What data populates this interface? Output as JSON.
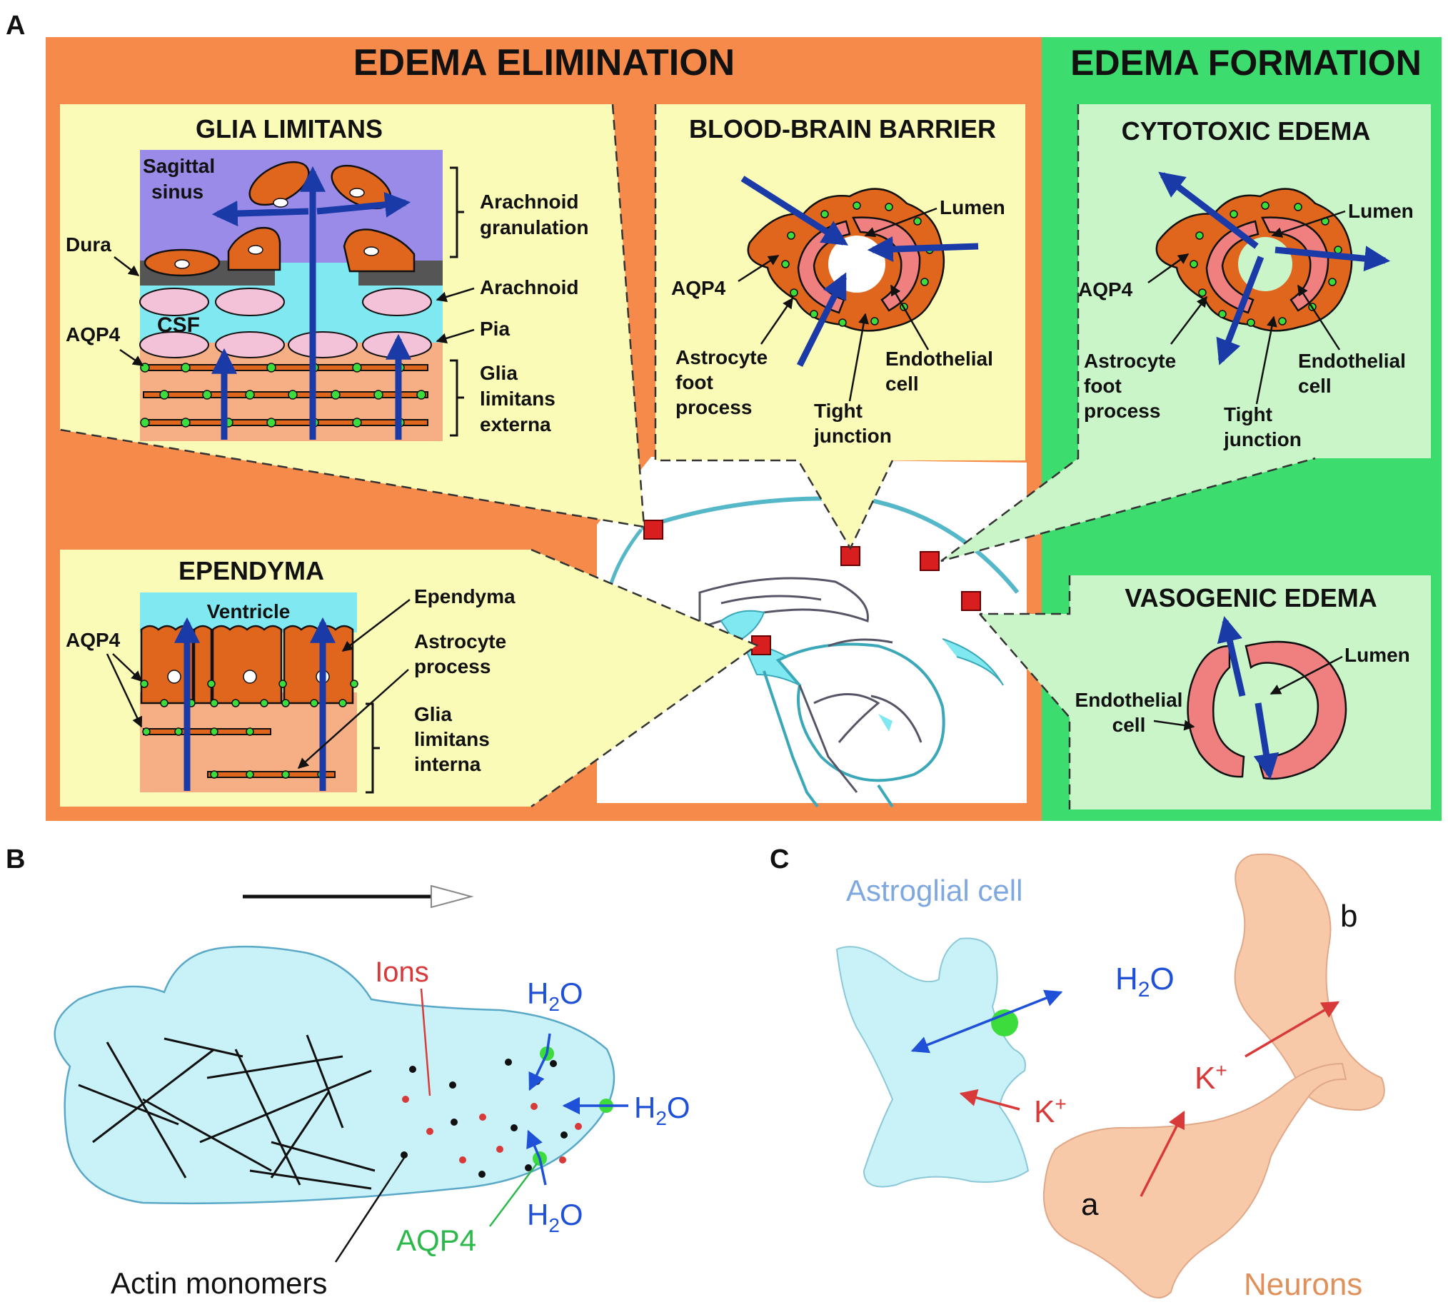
{
  "panel_labels": {
    "a": "A",
    "b": "B",
    "c": "C"
  },
  "colors": {
    "elimination_bg": "#F58A4B",
    "formation_bg": "#3DDC6E",
    "inset_yellow": "#FBFBB8",
    "inset_green": "#C9F5C9",
    "csf_cyan": "#7FE8F0",
    "sinus_purple": "#9B8BE8",
    "cell_orange": "#E0661E",
    "pink_cell": "#F08080",
    "arrow_blue": "#1A3AA8",
    "aqp4_green": "#3DDC3D",
    "ion_red": "#D83A3A",
    "astro_fill": "#C9F1F8",
    "neuron_fill": "#F8C9A8"
  },
  "panel_a": {
    "elimination_title": "EDEMA ELIMINATION",
    "formation_title": "EDEMA FORMATION",
    "glia_limitans": {
      "title": "GLIA LIMITANS",
      "sagittal": "Sagittal",
      "sinus": "sinus",
      "dura": "Dura",
      "csf": "CSF",
      "aqp4": "AQP4",
      "arachnoid_gran_1": "Arachnoid",
      "arachnoid_gran_2": "granulation",
      "arachnoid": "Arachnoid",
      "pia": "Pia",
      "glia_1": "Glia",
      "glia_2": "limitans",
      "glia_3": "externa"
    },
    "bbb": {
      "title": "BLOOD-BRAIN BARRIER",
      "lumen": "Lumen",
      "aqp4": "AQP4",
      "astro_1": "Astrocyte",
      "astro_2": "foot",
      "astro_3": "process",
      "endo_1": "Endothelial",
      "endo_2": "cell",
      "tight_1": "Tight",
      "tight_2": "junction"
    },
    "cytotoxic": {
      "title": "CYTOTOXIC EDEMA",
      "lumen": "Lumen",
      "aqp4": "AQP4",
      "astro_1": "Astrocyte",
      "astro_2": "foot",
      "astro_3": "process",
      "endo_1": "Endothelial",
      "endo_2": "cell",
      "tight_1": "Tight",
      "tight_2": "junction"
    },
    "ependyma": {
      "title": "EPENDYMA",
      "ventricle": "Ventricle",
      "aqp4": "AQP4",
      "ependyma": "Ependyma",
      "astro_1": "Astrocyte",
      "astro_2": "process",
      "glia_1": "Glia",
      "glia_2": "limitans",
      "glia_3": "interna"
    },
    "vasogenic": {
      "title": "VASOGENIC EDEMA",
      "lumen": "Lumen",
      "endo_1": "Endothelial",
      "endo_2": "cell"
    }
  },
  "panel_b": {
    "ions": "Ions",
    "water": "H",
    "sub": "2",
    "water_tail": "O",
    "aqp4": "AQP4",
    "actin": "Actin monomers"
  },
  "panel_c": {
    "astro": "Astroglial cell",
    "water": "H",
    "sub": "2",
    "water_tail": "O",
    "k": "K",
    "k_sup": "+",
    "b": "b",
    "a": "a",
    "neurons": "Neurons"
  }
}
